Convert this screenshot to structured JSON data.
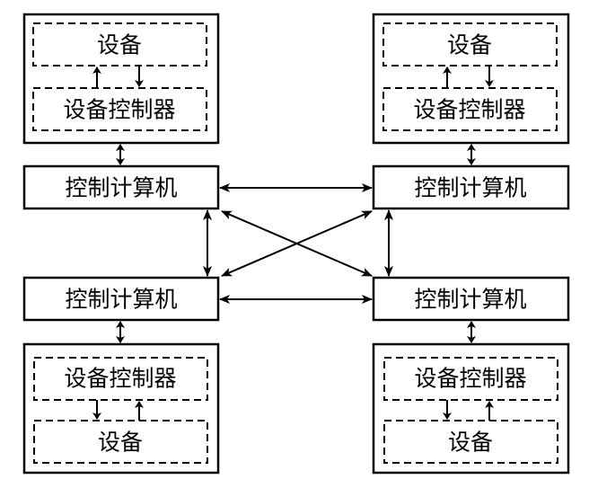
{
  "diagram": {
    "nodes": {
      "tl": {
        "computer": "控制计算机",
        "device": "设备",
        "controller": "设备控制器"
      },
      "tr": {
        "computer": "控制计算机",
        "device": "设备",
        "controller": "设备控制器"
      },
      "bl": {
        "computer": "控制计算机",
        "device": "设备",
        "controller": "设备控制器"
      },
      "br": {
        "computer": "控制计算机",
        "device": "设备",
        "controller": "设备控制器"
      }
    },
    "connections": [
      {
        "from": "tl",
        "to": "tr",
        "type": "bidirectional"
      },
      {
        "from": "bl",
        "to": "br",
        "type": "bidirectional"
      },
      {
        "from": "tl",
        "to": "bl",
        "type": "bidirectional"
      },
      {
        "from": "tr",
        "to": "br",
        "type": "bidirectional"
      },
      {
        "from": "tl",
        "to": "br",
        "type": "bidirectional"
      },
      {
        "from": "tr",
        "to": "bl",
        "type": "bidirectional"
      }
    ]
  }
}
